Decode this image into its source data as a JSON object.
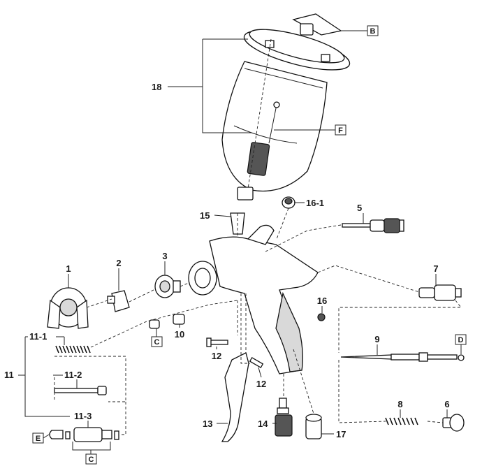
{
  "callouts": {
    "c1": "1",
    "c2": "2",
    "c3": "3",
    "c5": "5",
    "c6": "6",
    "c7": "7",
    "c8": "8",
    "c9": "9",
    "c10": "10",
    "c11": "11",
    "c11_1": "11-1",
    "c11_2": "11-2",
    "c11_3": "11-3",
    "c12a": "12",
    "c12b": "12",
    "c13": "13",
    "c14": "14",
    "c15": "15",
    "c16": "16",
    "c16_1": "16-1",
    "c17": "17",
    "c18": "18"
  },
  "boxes": {
    "B": "B",
    "F": "F",
    "C1": "C",
    "C2": "C",
    "D": "D",
    "E": "E"
  }
}
